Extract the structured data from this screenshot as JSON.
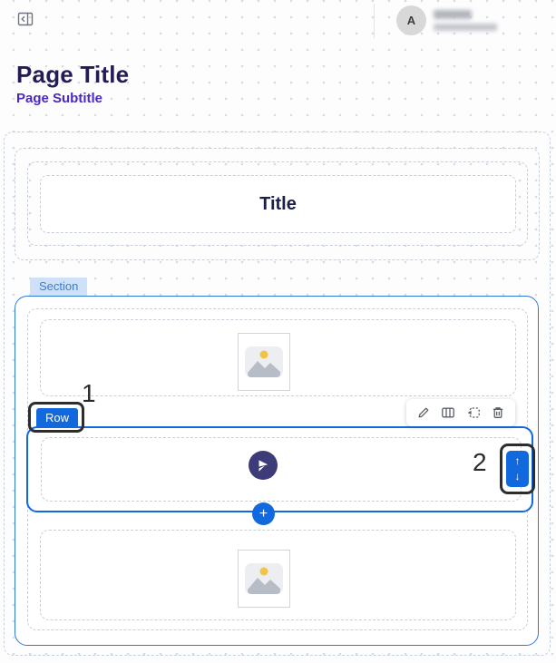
{
  "header": {
    "user": {
      "initial": "A"
    }
  },
  "page": {
    "title": "Page Title",
    "subtitle": "Page Subtitle"
  },
  "builder": {
    "title_widget": {
      "text": "Title"
    },
    "section": {
      "label": "Section"
    },
    "row": {
      "label": "Row"
    },
    "toolbar": {
      "icons": [
        "edit-icon",
        "columns-icon",
        "duplicate-icon",
        "trash-icon"
      ]
    },
    "move_control": {
      "up_arrow": "↑",
      "down_arrow": "↓"
    },
    "add_row_button": {
      "label": "+"
    },
    "image_placeholder_icon": "image-placeholder-icon",
    "annotations": {
      "one": "1",
      "two": "2"
    }
  },
  "colors": {
    "accent_blue": "#1268dd",
    "section_border": "#2e7ad8",
    "page_title_text": "#241c55",
    "page_subtitle_text": "#4b28c4",
    "title_widget_text": "#1b1f4e",
    "section_label_bg": "#cfe1f8",
    "section_label_text": "#3f7bcd",
    "logo_circle": "#3e3c78",
    "annotation": "#2d2d2d"
  }
}
